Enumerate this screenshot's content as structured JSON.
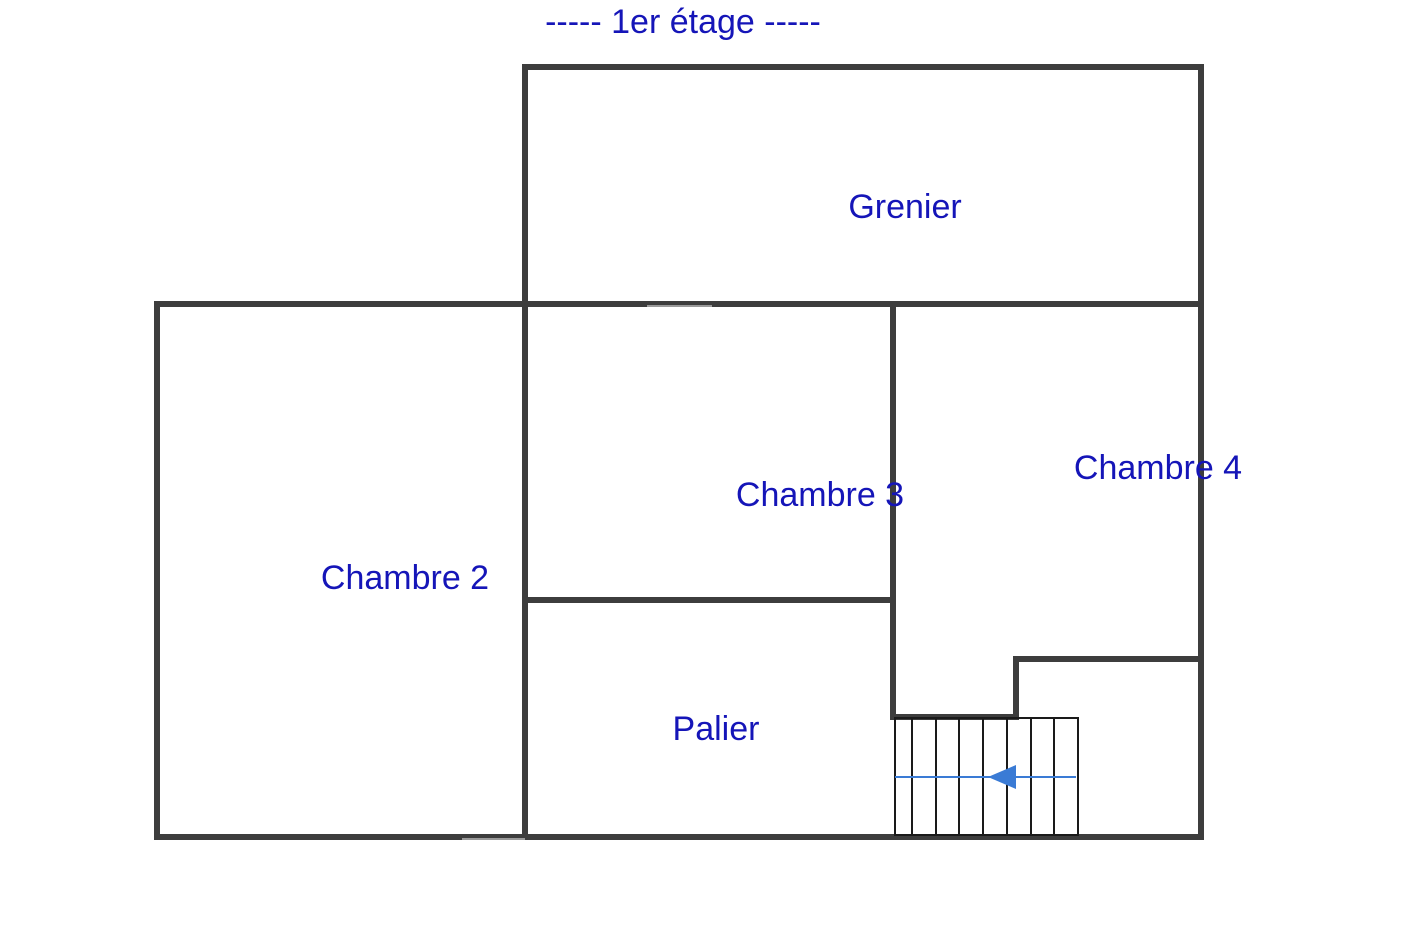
{
  "title": "-----  1er étage  -----",
  "rooms": {
    "grenier": "Grenier",
    "chambre2": "Chambre 2",
    "chambre3": "Chambre 3",
    "chambre4": "Chambre 4",
    "palier": "Palier"
  },
  "colors": {
    "label": "#1515b8",
    "wall": "#3d3d3d",
    "stair_arrow": "#3a7bd5"
  },
  "icons": {
    "stair_direction": "arrow-left-icon"
  }
}
